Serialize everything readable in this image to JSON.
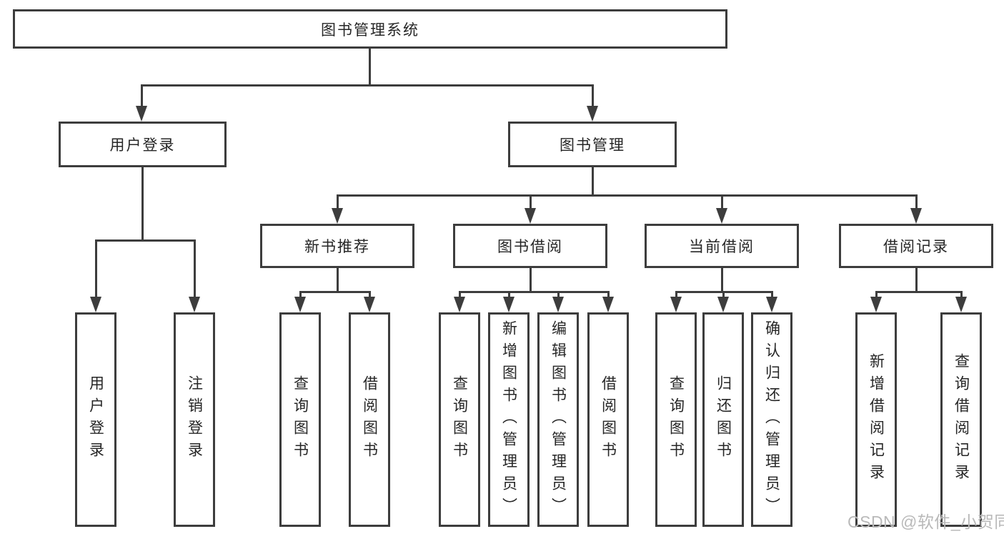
{
  "root": {
    "label": "图书管理系统",
    "children": [
      {
        "label": "用户登录",
        "children": [
          {
            "label": "用户登录"
          },
          {
            "label": "注销登录"
          }
        ]
      },
      {
        "label": "图书管理",
        "children": [
          {
            "label": "新书推荐",
            "children": [
              {
                "label": "查询图书"
              },
              {
                "label": "借阅图书"
              }
            ]
          },
          {
            "label": "图书借阅",
            "children": [
              {
                "label": "查询图书"
              },
              {
                "label": "新增图书（管理员）"
              },
              {
                "label": "编辑图书（管理员）"
              },
              {
                "label": "借阅图书"
              }
            ]
          },
          {
            "label": "当前借阅",
            "children": [
              {
                "label": "查询图书"
              },
              {
                "label": "归还图书"
              },
              {
                "label": "确认归还（管理员）"
              }
            ]
          },
          {
            "label": "借阅记录",
            "children": [
              {
                "label": "新增借阅记录"
              },
              {
                "label": "查询借阅记录"
              }
            ]
          }
        ]
      }
    ]
  },
  "watermark": {
    "text": "CSDN @软件_小贺同学"
  },
  "colors": {
    "line": "#3d3d3d",
    "text": "#262626",
    "watermark": "#b9b9b9",
    "background": "#ffffff"
  }
}
